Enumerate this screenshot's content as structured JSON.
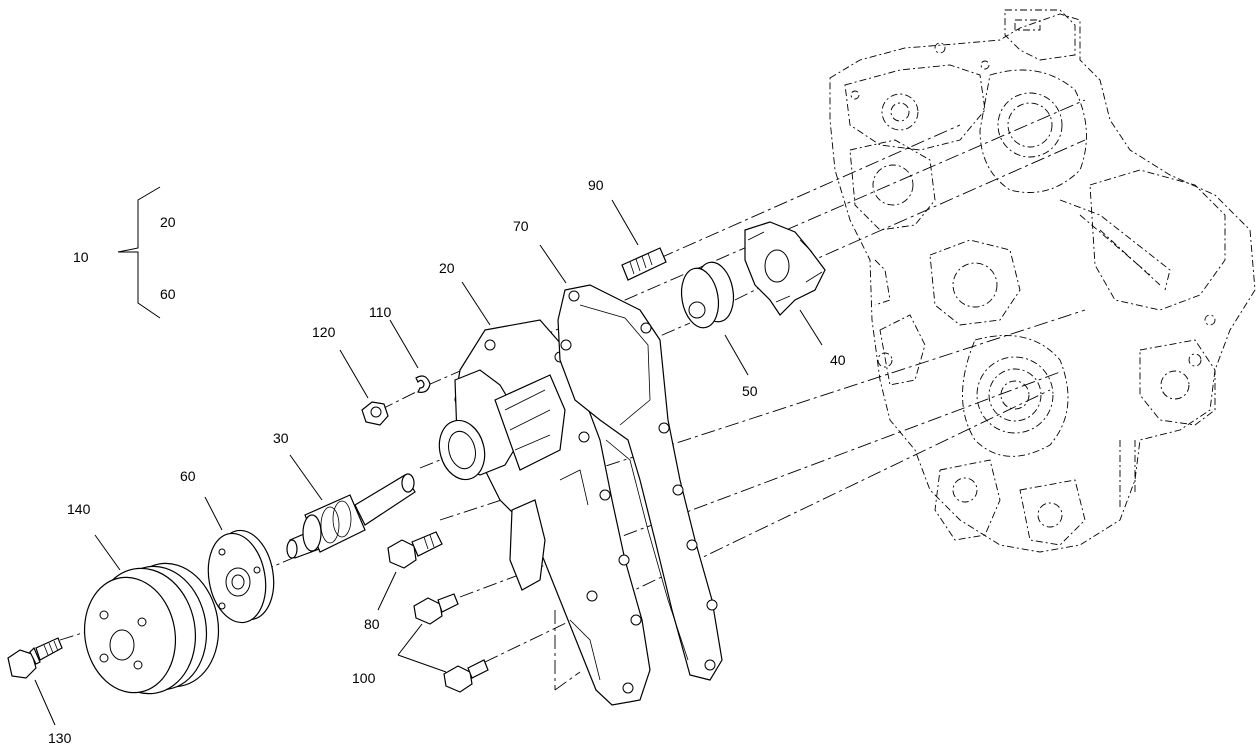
{
  "labels": {
    "assembly": "10",
    "assembly_a": "20",
    "assembly_b": "60",
    "cover": "20",
    "shaft": "30",
    "impeller": "40",
    "seal": "50",
    "flange": "60",
    "gasket": "70",
    "bolt_80": "80",
    "stud": "90",
    "bolts_100": "100",
    "washer": "110",
    "nut": "120",
    "bolt_130": "130",
    "pulley": "140"
  }
}
